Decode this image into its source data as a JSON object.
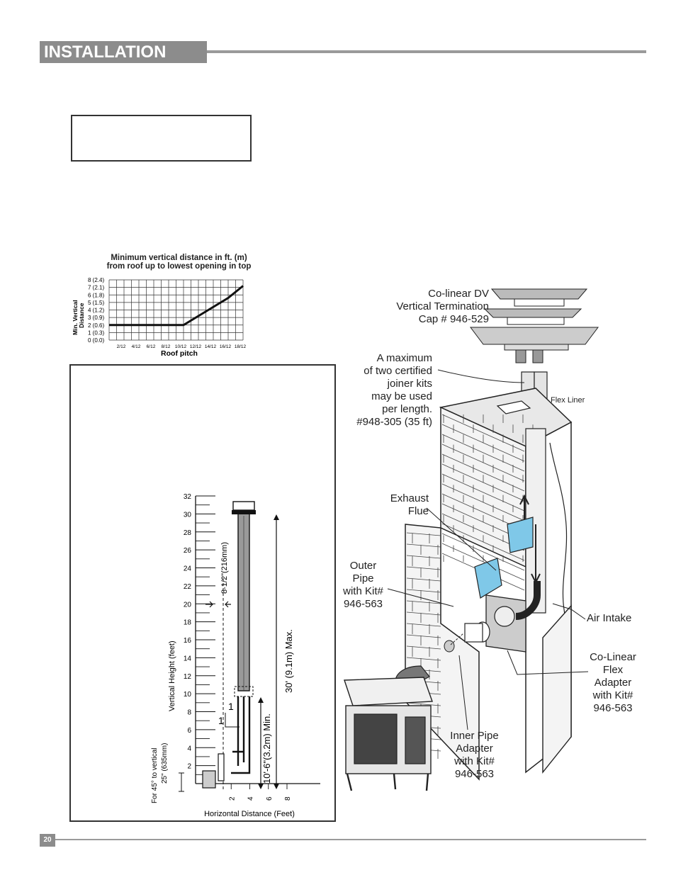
{
  "header": {
    "title": "INSTALLATION"
  },
  "pitch_chart": {
    "title": "Minimum vertical distance in ft. (m) from roof up to lowest opening in top",
    "xlabel": "Roof pitch",
    "ylabel_line1": "Min. Vertical",
    "ylabel_line2": "Distance",
    "y_ticks": [
      "0 (0.0)",
      "1 (0.3)",
      "2 (0.6)",
      "3 (0.9)",
      "4 (1.2)",
      "5 (1.5)",
      "6 (1.8)",
      "7 (2.1)",
      "8 (2.4)"
    ],
    "x_ticks": [
      "2/12",
      "4/12",
      "6/12",
      "8/12",
      "10/12",
      "12/12",
      "14/12",
      "16/12",
      "18/12"
    ]
  },
  "chart_data": {
    "type": "line",
    "title": "Minimum vertical distance in ft. (m) from roof up to lowest opening in top",
    "xlabel": "Roof pitch",
    "ylabel": "Min. Vertical Distance",
    "categories": [
      "2/12",
      "4/12",
      "6/12",
      "8/12",
      "10/12",
      "12/12",
      "14/12",
      "16/12",
      "18/12"
    ],
    "series": [
      {
        "values": [
          2,
          2,
          2,
          2,
          2,
          3.2,
          4.4,
          5.6,
          7.2
        ]
      }
    ],
    "ylim": [
      0,
      8
    ],
    "grid": true
  },
  "vent_chart": {
    "ylabel": "Vertical Height (feet)",
    "xlabel": "Horizontal Distance (Feet)",
    "y_ticks": [
      "2",
      "4",
      "6",
      "8",
      "10",
      "12",
      "14",
      "16",
      "18",
      "20",
      "22",
      "24",
      "26",
      "28",
      "30",
      "32"
    ],
    "x_ticks": [
      "2",
      "4",
      "6",
      "8"
    ],
    "dim_width": "8-1/2\"(216mm)",
    "dim_max": "30' (9.1m) Max.",
    "dim_min": "10'-6\"(3.2m) Min.",
    "side_note_line1": "For 45° to vertical",
    "side_note_line2": "25\" (635mm)",
    "slope_label_a": "1",
    "slope_label_b": "1"
  },
  "labels": {
    "termination_cap": "Co-linear DV\nVertical Termination\nCap # 946-529",
    "joiner_kits": "A maximum\nof two certified\njoiner kits\nmay be used\nper length.\n#948-305 (35 ft)",
    "flex_liner": "Flex Liner",
    "exhaust_flue": "Exhaust\nFlue",
    "outer_pipe": "Outer\nPipe\nwith Kit#\n946-563",
    "air_intake": "Air Intake",
    "colinear_adapter": "Co-Linear\nFlex\nAdapter\nwith Kit#\n946-563",
    "inner_pipe": "Inner Pipe\nAdapter\nwith Kit#\n946-563"
  },
  "footer": {
    "page_number": "20"
  },
  "colors": {
    "accent_gray": "#8c8c8c",
    "flue_blue": "#7fc8e8"
  }
}
